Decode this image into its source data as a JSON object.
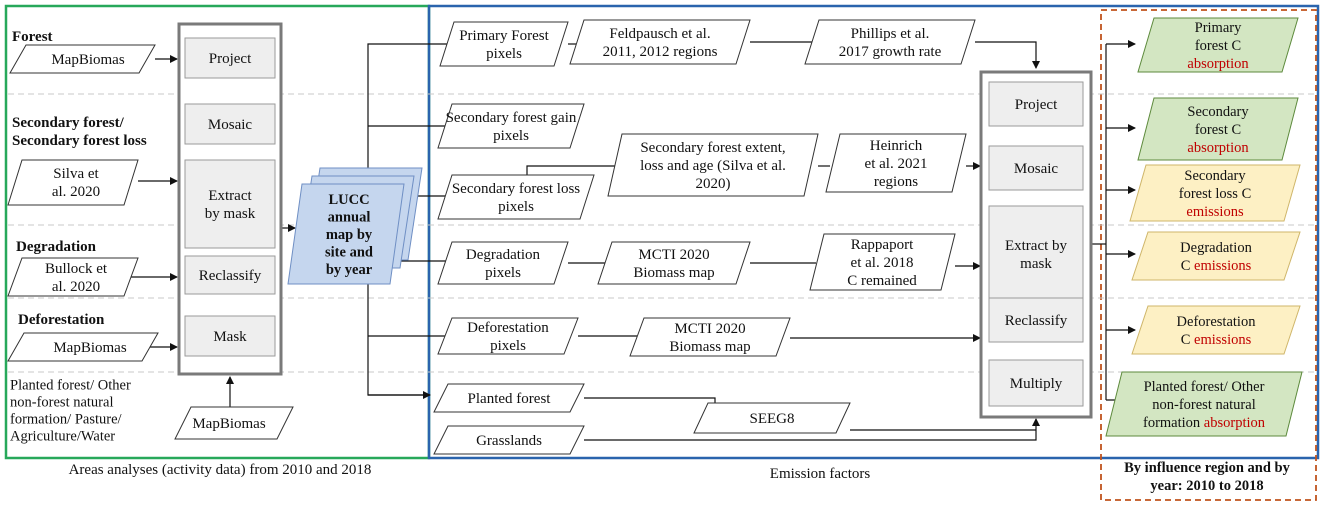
{
  "sections": {
    "forest": "Forest",
    "secondary": [
      "Secondary forest/",
      "Secondary forest loss"
    ],
    "degradation": "Degradation",
    "deforestation": "Deforestation",
    "other": [
      "Planted forest/ Other",
      "non-forest natural",
      "formation/ Pasture/",
      "Agriculture/Water"
    ]
  },
  "inputs": {
    "mapbiomas": "MapBiomas",
    "silva": [
      "Silva et",
      "al. 2020"
    ],
    "bullock": [
      "Bullock et",
      "al. 2020"
    ]
  },
  "left_process": [
    "Project",
    "Mosaic",
    [
      "Extract",
      "by mask"
    ],
    "Reclassify",
    "Mask"
  ],
  "lucc": [
    "LUCC",
    "annual",
    "map by",
    "site and",
    "by year"
  ],
  "pixels": {
    "primary": [
      "Primary Forest",
      "pixels"
    ],
    "sec_gain": [
      "Secondary forest gain",
      "pixels"
    ],
    "sec_loss": [
      "Secondary forest loss",
      "pixels"
    ],
    "degradation": [
      "Degradation",
      "pixels"
    ],
    "deforestation": [
      "Deforestation",
      "pixels"
    ],
    "planted": "Planted forest",
    "grasslands": "Grasslands"
  },
  "factors": {
    "feldpausch": [
      "Feldpausch et al.",
      "2011, 2012 regions"
    ],
    "phillips": [
      "Phillips et al.",
      "2017 growth rate"
    ],
    "silva_ext": [
      "Secondary forest extent,",
      "loss and age (Silva et al.",
      "2020)"
    ],
    "heinrich": [
      "Heinrich",
      "et al. 2021",
      "regions"
    ],
    "mcti": [
      "MCTI 2020",
      "Biomass map"
    ],
    "rappaport": [
      "Rappaport",
      "et al. 2018",
      "C remained"
    ],
    "seeg": "SEEG8"
  },
  "right_process": [
    "Project",
    "Mosaic",
    [
      "Extract by",
      "mask"
    ],
    "Reclassify",
    "Multiply"
  ],
  "outputs": [
    {
      "lines": [
        "Primary",
        "forest C"
      ],
      "last": "absorption",
      "kind": "absorption"
    },
    {
      "lines": [
        "Secondary",
        "forest C"
      ],
      "last": "absorption",
      "kind": "absorption"
    },
    {
      "lines": [
        "Secondary",
        "forest loss C"
      ],
      "last": "emissions",
      "kind": "emission"
    },
    {
      "lines": [
        "Degradation"
      ],
      "last_prefix": "C ",
      "last": "emissions",
      "kind": "emission"
    },
    {
      "lines": [
        "Deforestation"
      ],
      "last_prefix": "C ",
      "last": "emissions",
      "kind": "emission"
    },
    {
      "lines": [
        "Planted forest/ Other",
        "non-forest natural"
      ],
      "last_prefix": "formation ",
      "last": "absorption",
      "kind": "absorption"
    }
  ],
  "footers": {
    "areas": "Areas analyses (activity data) from 2010 and 2018",
    "emission": "Emission factors",
    "influence": [
      "By influence region and by",
      "year: 2010 to 2018"
    ]
  },
  "colors": {
    "green_frame": "#27a85a",
    "blue_frame": "#2a64ad",
    "orange_frame": "#c0531d",
    "absorption_fill": "#d3e6c2",
    "emission_fill": "#fdf0c4",
    "highlight_text": "#c00000",
    "lucc_fill": "#c5d6ee",
    "process_fill": "#eeeeee"
  }
}
